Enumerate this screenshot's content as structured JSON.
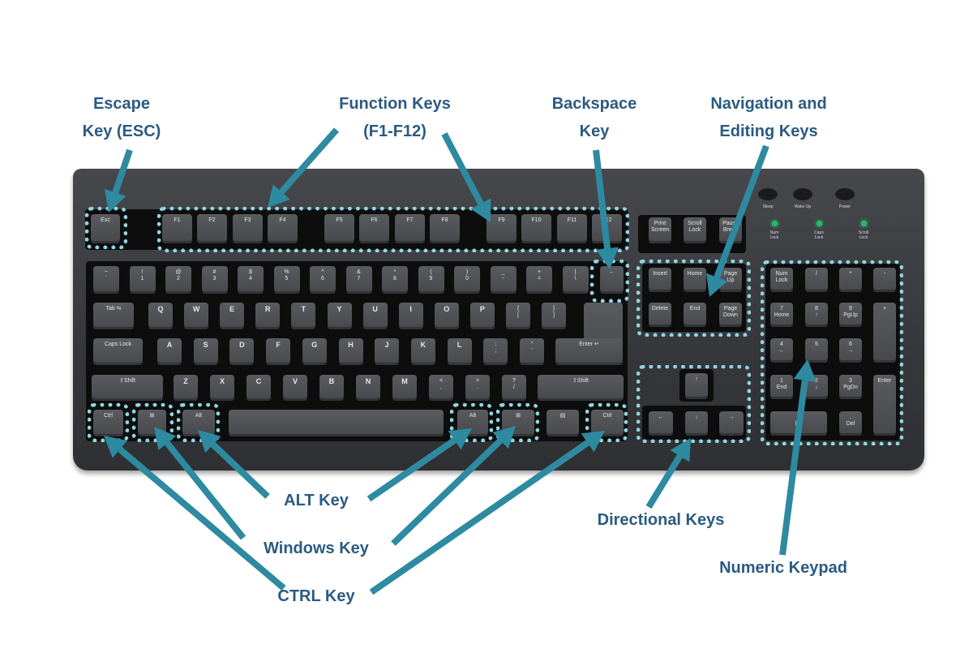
{
  "callouts": {
    "escape": "Escape\nKey (ESC)",
    "function": "Function Keys\n(F1-F12)",
    "backspace": "Backspace\nKey",
    "navigation": "Navigation and\nEditing Keys",
    "alt": "ALT Key",
    "windows": "Windows Key",
    "ctrl": "CTRL Key",
    "directional": "Directional Keys",
    "numeric": "Numeric Keypad"
  },
  "colors": {
    "arrow": "#2e8aa0",
    "highlight": "#8fd6e3",
    "label_text": "#2b5a82",
    "keyboard": "#3c3d40"
  },
  "keyboard": {
    "function_row": [
      "Esc",
      "F1",
      "F2",
      "F3",
      "F4",
      "F5",
      "F6",
      "F7",
      "F8",
      "F9",
      "F10",
      "F11",
      "F12"
    ],
    "system_keys": [
      "Print\nScreen",
      "Scroll\nLock",
      "Pause\nBreak"
    ],
    "power_buttons": [
      "Sleep",
      "Wake Up",
      "Power"
    ],
    "indicator_lights": [
      "Num\nLock",
      "Caps\nLock",
      "Scroll\nLock"
    ],
    "number_row": [
      "~\n`",
      "!\n1",
      "@\n2",
      "#\n3",
      "$\n4",
      "%\n5",
      "^\n6",
      "&\n7",
      "*\n8",
      "(\n9",
      ")\n0",
      "_\n-",
      "+\n=",
      "|\n\\",
      "←"
    ],
    "qwerty_row": [
      "Tab ⇆",
      "Q",
      "W",
      "E",
      "R",
      "T",
      "Y",
      "U",
      "I",
      "O",
      "P",
      "{\n[",
      "}\n]"
    ],
    "home_row": [
      "Caps Lock",
      "A",
      "S",
      "D",
      "F",
      "G",
      "H",
      "J",
      "K",
      "L",
      ":\n;",
      "\"\n'",
      "Enter ↵"
    ],
    "shift_row": [
      "⇧Shift",
      "Z",
      "X",
      "C",
      "V",
      "B",
      "N",
      "M",
      "<\n,",
      ">\n.",
      "?\n/",
      "⇧Shift"
    ],
    "bottom_row": [
      "Ctrl",
      "⊞",
      "Alt",
      "",
      "Alt",
      "⊞",
      "▤",
      "Ctrl"
    ],
    "navigation": [
      "Insert",
      "Home",
      "Page\nUp",
      "Delete",
      "End",
      "Page\nDown"
    ],
    "arrows": [
      "↑",
      "←",
      "↓",
      "→"
    ],
    "numpad": [
      "Num\nLock",
      "/",
      "*",
      "-",
      "7\nHome",
      "8\n↑",
      "9\nPgUp",
      "+",
      "4\n←",
      "5",
      "6\n→",
      "1\nEnd",
      "2\n↓",
      "3\nPgDn",
      "Enter",
      "0\nIns",
      ".\nDel"
    ]
  }
}
